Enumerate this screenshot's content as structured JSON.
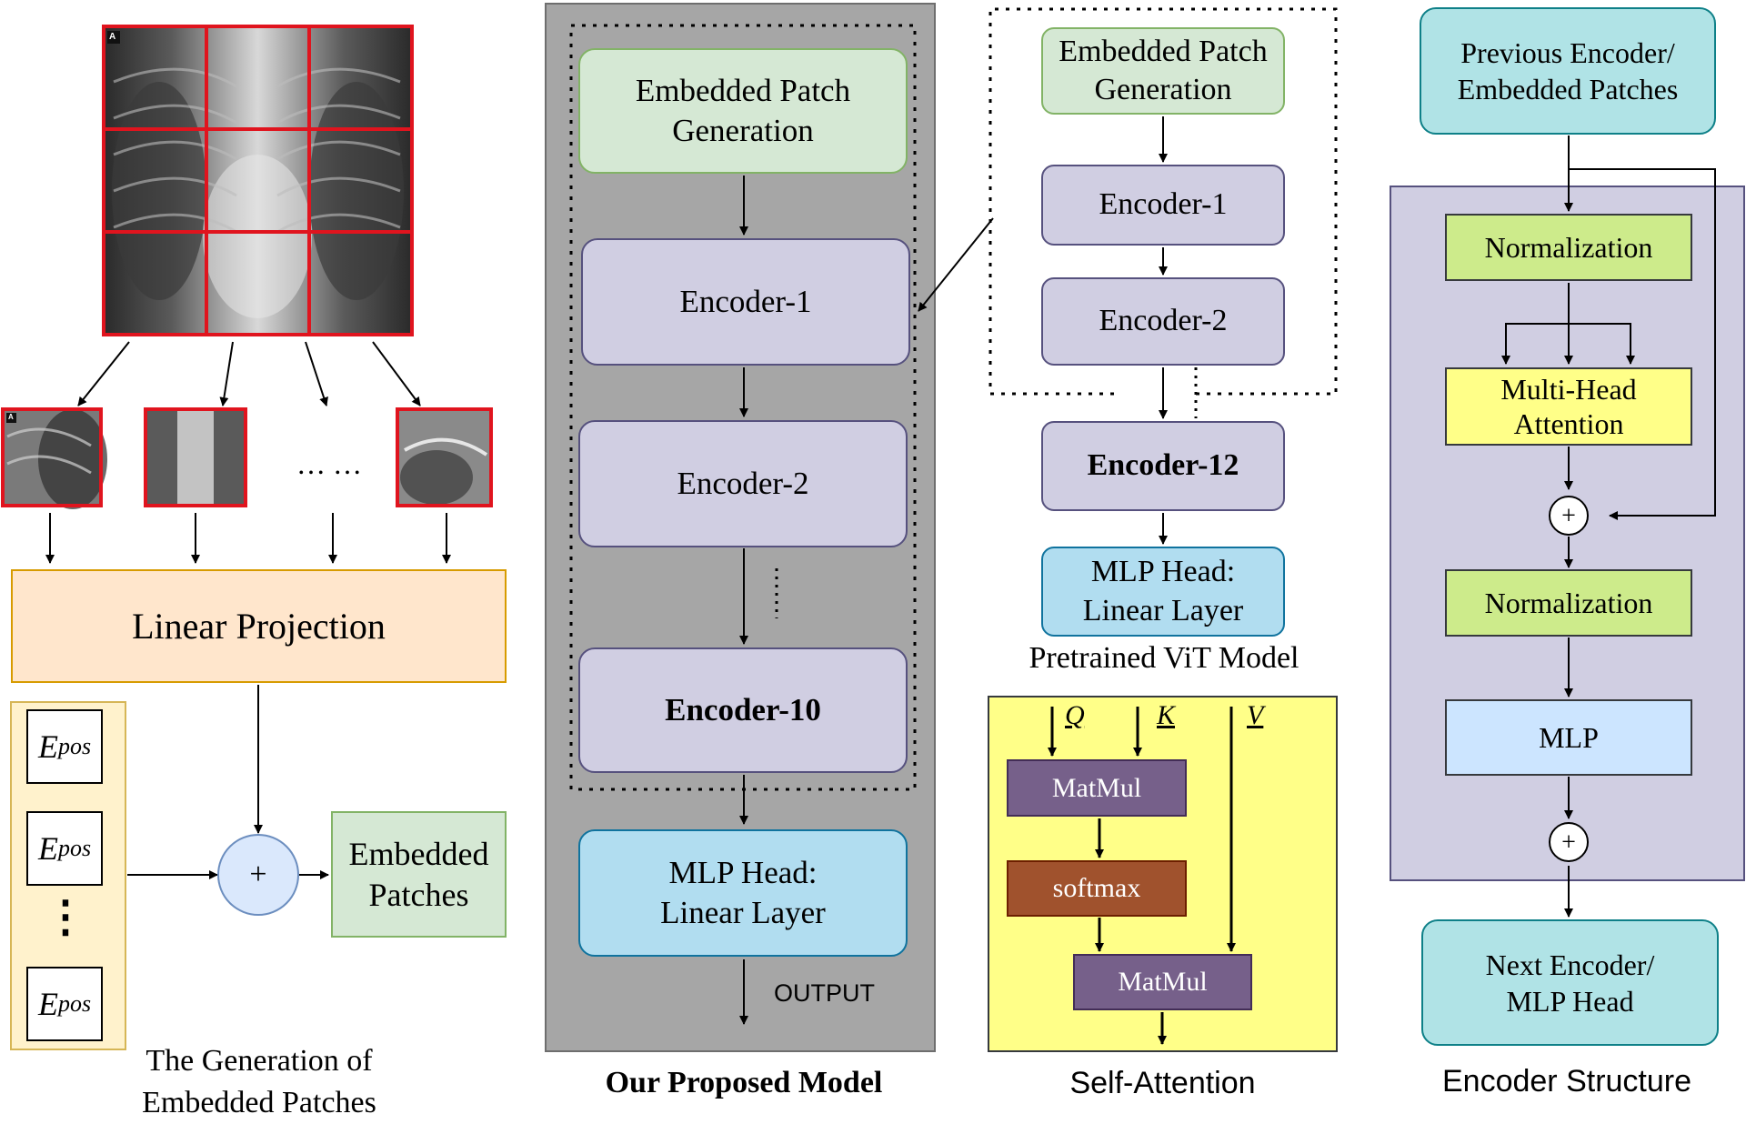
{
  "panel1": {
    "xray_label": "A",
    "patch_label": "A",
    "ellipsis": "… …",
    "linear_projection": "Linear Projection",
    "epos_main": "E",
    "epos_sub": "pos",
    "vertical_dots": "⋮",
    "plus": "+",
    "embedded_patches_line1": "Embedded",
    "embedded_patches_line2": "Patches",
    "caption_line1": "The Generation of",
    "caption_line2": "Embedded Patches"
  },
  "panel2": {
    "embedded_patch_line1": "Embedded Patch",
    "embedded_patch_line2": "Generation",
    "encoder1": "Encoder-1",
    "encoder2": "Encoder-2",
    "encoder10": "Encoder-10",
    "mlp_head_line1": "MLP Head:",
    "mlp_head_line2": "Linear Layer",
    "output": "OUTPUT",
    "caption": "Our Proposed Model"
  },
  "panel3": {
    "embedded_patch_line1": "Embedded Patch",
    "embedded_patch_line2": "Generation",
    "encoder1": "Encoder-1",
    "encoder2": "Encoder-2",
    "encoder12": "Encoder-12",
    "mlp_head_line1": "MLP Head:",
    "mlp_head_line2": "Linear Layer",
    "caption": "Pretrained ViT Model"
  },
  "self_attention": {
    "q": "Q",
    "k": "K",
    "v": "V",
    "matmul1": "MatMul",
    "softmax": "softmax",
    "matmul2": "MatMul",
    "caption": "Self-Attention"
  },
  "encoder_structure": {
    "prev_line1": "Previous Encoder/",
    "prev_line2": "Embedded Patches",
    "norm1": "Normalization",
    "mha_line1": "Multi-Head",
    "mha_line2": "Attention",
    "plus1": "+",
    "norm2": "Normalization",
    "mlp": "MLP",
    "plus2": "+",
    "next_line1": "Next Encoder/",
    "next_line2": "MLP Head",
    "caption": "Encoder Structure"
  },
  "colors": {
    "patch_grid": "#e0141e",
    "green_fill": "#d5e8d4",
    "encoder_fill": "#d0cee2",
    "mlp_head_fill": "#b1ddf0",
    "teal_fill": "#b0e3e6",
    "linear_fill": "#ffe6cc",
    "gray_panel": "#a6a6a6",
    "lavender_panel": "#d0cee2",
    "yellow_panel": "#ffff88",
    "matmul": "#76608a",
    "softmax": "#a0522d"
  }
}
